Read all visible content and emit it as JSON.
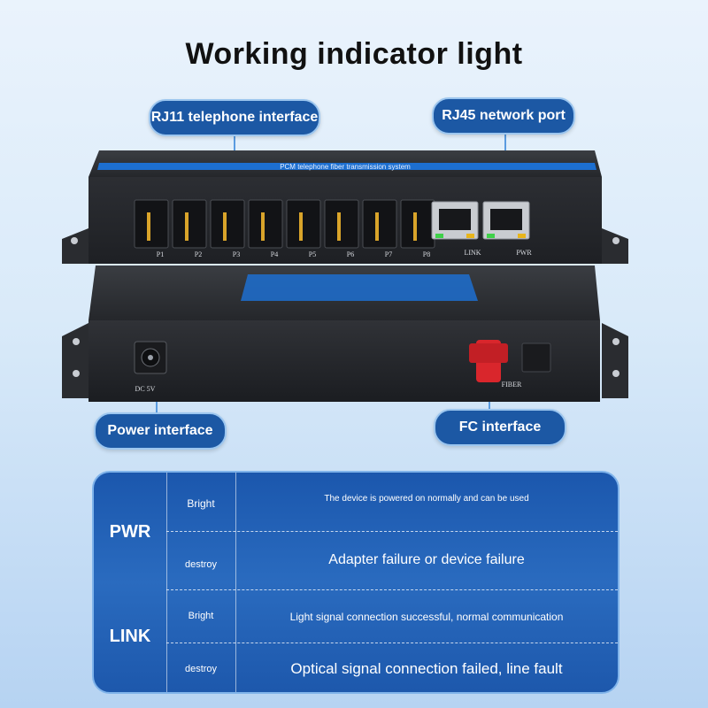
{
  "title": "Working indicator light",
  "callouts": {
    "rj11": "RJ11 telephone interface",
    "rj45": "RJ45 network port",
    "power": "Power interface",
    "fc": "FC interface"
  },
  "device": {
    "front_banner": "PCM telephone fiber transmission system",
    "ports": [
      "P1",
      "P2",
      "P3",
      "P4",
      "P5",
      "P6",
      "P7",
      "P8"
    ],
    "net_labels": [
      "LINK",
      "PWR"
    ],
    "dc_label": "DC 5V",
    "fiber_label": "FIBER"
  },
  "table": {
    "groups": [
      {
        "name": "PWR",
        "rows": [
          {
            "state": "Bright",
            "desc": "The device is powered on normally and can be used"
          },
          {
            "state": "destroy",
            "desc": "Adapter failure or device failure"
          }
        ]
      },
      {
        "name": "LINK",
        "rows": [
          {
            "state": "Bright",
            "desc": "Light signal connection successful, normal communication"
          },
          {
            "state": "destroy",
            "desc": "Optical signal connection failed, line fault"
          }
        ]
      }
    ]
  },
  "colors": {
    "callout_bg": "#1c58a4",
    "table_bg": "#2162b4",
    "device_body": "#2a2c30",
    "led_green": "#3fd14a",
    "led_yellow": "#e8b51c",
    "fc_red": "#d9262c"
  }
}
